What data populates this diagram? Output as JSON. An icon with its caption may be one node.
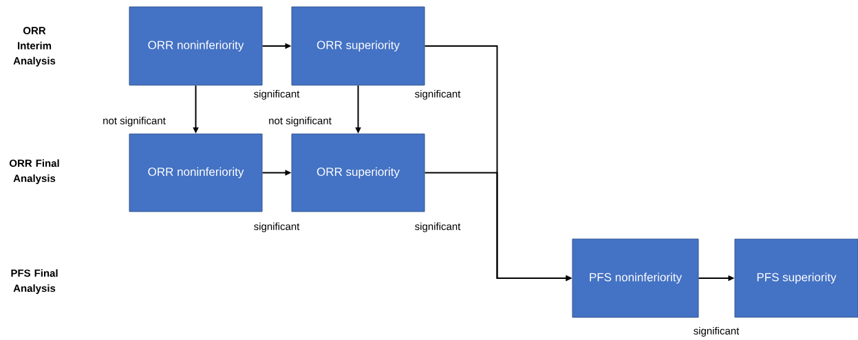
{
  "diagram": {
    "nodes": [
      {
        "text": [
          "ORR noninferiority"
        ]
      },
      {
        "text": [
          "ORR superiority"
        ]
      },
      {
        "text": [
          "ORR noninferiority"
        ]
      },
      {
        "text": [
          "ORR superiority"
        ]
      },
      {
        "text": [
          "PFS noninferiority"
        ]
      },
      {
        "text": [
          "PFS superiority"
        ]
      }
    ],
    "edges": [
      {
        "from": 0,
        "to": 1,
        "arrow": "to",
        "label": "significant"
      },
      {
        "from": 1,
        "to": 4,
        "arrow": "to",
        "label": "significant"
      },
      {
        "from": 0,
        "to": 2,
        "arrow": "to",
        "label": "not significant"
      },
      {
        "from": 1,
        "to": 3,
        "arrow": "to",
        "label": "not significant"
      },
      {
        "from": 2,
        "to": 3,
        "arrow": "to",
        "label": "significant"
      },
      {
        "from": 3,
        "to": 4,
        "arrow": "to",
        "label": "significant"
      },
      {
        "from": 4,
        "to": 5,
        "arrow": "to",
        "label": "significant"
      }
    ],
    "labels": [
      "ORR Interim Analysis",
      "ORR Final Analysis",
      "PFS Final Analysis"
    ]
  }
}
